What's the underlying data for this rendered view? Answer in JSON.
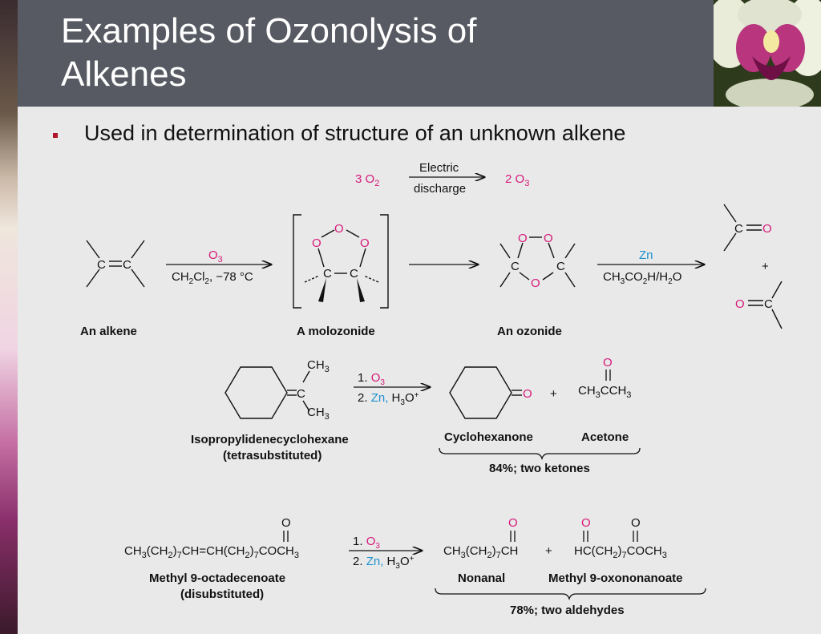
{
  "slide": {
    "title_line1": "Examples of Ozonolysis of",
    "title_line2": "Alkenes",
    "bullet": "Used in determination of structure of an unknown alkene"
  },
  "ozone_generation": {
    "reactant": "3 O",
    "reactant_sub": "2",
    "condition_top": "Electric",
    "condition_bottom": "discharge",
    "product": "2 O",
    "product_sub": "3"
  },
  "mechanism": {
    "alkene_label": "An alkene",
    "molozonide_label": "A molozonide",
    "ozonide_label": "An ozonide",
    "step1_reagent": "O",
    "step1_reagent_sub": "3",
    "step1_solvent_a": "CH",
    "step1_solvent_sub2": "2",
    "step1_solvent_b": "Cl",
    "step1_solvent_c": ", −78 °C",
    "step3_reagent": "Zn",
    "step3_solvent": "CH",
    "step3_solvent_sub3": "3",
    "step3_solvent_b": "CO",
    "step3_solvent_c": "H/H",
    "step3_solvent_d": "O",
    "atom_c": "C",
    "atom_o": "O",
    "plus": "+"
  },
  "example1": {
    "reactant_name": "Isopropylidenecyclohexane",
    "reactant_note": "(tetrasubstituted)",
    "ch3": "CH",
    "sub3": "3",
    "step1": "1. ",
    "step1_reagent": "O",
    "step2": "2. ",
    "step2_reagent": "Zn,",
    "step2_rest": " H",
    "step2_rest_b": "O",
    "superplus": "+",
    "product1": "Cyclohexanone",
    "product2": "Acetone",
    "acetone_formula_a": "CH",
    "acetone_formula_b": "CCH",
    "yield": "84%; two ketones"
  },
  "example2": {
    "reactant_formula_a": "CH",
    "reactant_formula_b": "(CH",
    "reactant_formula_c": ")",
    "reactant_formula_d": "CH=CH(CH",
    "reactant_formula_e": "COCH",
    "sub7": "7",
    "reactant_name": "Methyl 9-octadecenoate",
    "reactant_note": "(disubstituted)",
    "product1_formula_d": "CH",
    "product2_formula_a": "HC(CH",
    "product1": "Nonanal",
    "product2": "Methyl 9-oxononanoate",
    "yield": "78%; two aldehydes"
  }
}
